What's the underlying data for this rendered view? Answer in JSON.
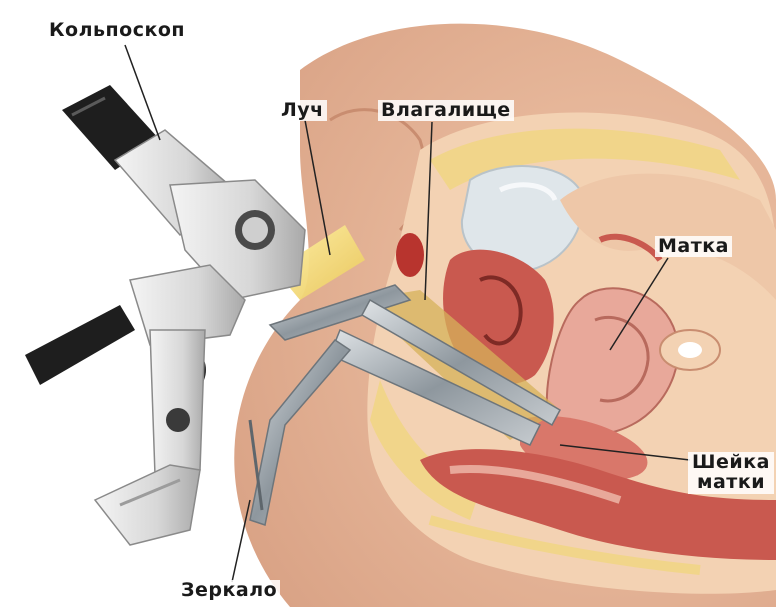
{
  "labels": {
    "colposcope": "Кольпоскоп",
    "ray": "Луч",
    "vagina": "Влагалище",
    "uterus": "Матка",
    "cervix_line1": "Шейка",
    "cervix_line2": "матки",
    "speculum": "Зеркало"
  },
  "colors": {
    "skin": "#e9b99a",
    "tissue": "#c9594f",
    "organ_light": "#eec7a8",
    "fat_yellow": "#f1d58a",
    "bladder": "#dfe6ea",
    "metal": "#9aa2a8",
    "device_light": "#e6e6e6",
    "device_dark": "#1e1e1e"
  }
}
